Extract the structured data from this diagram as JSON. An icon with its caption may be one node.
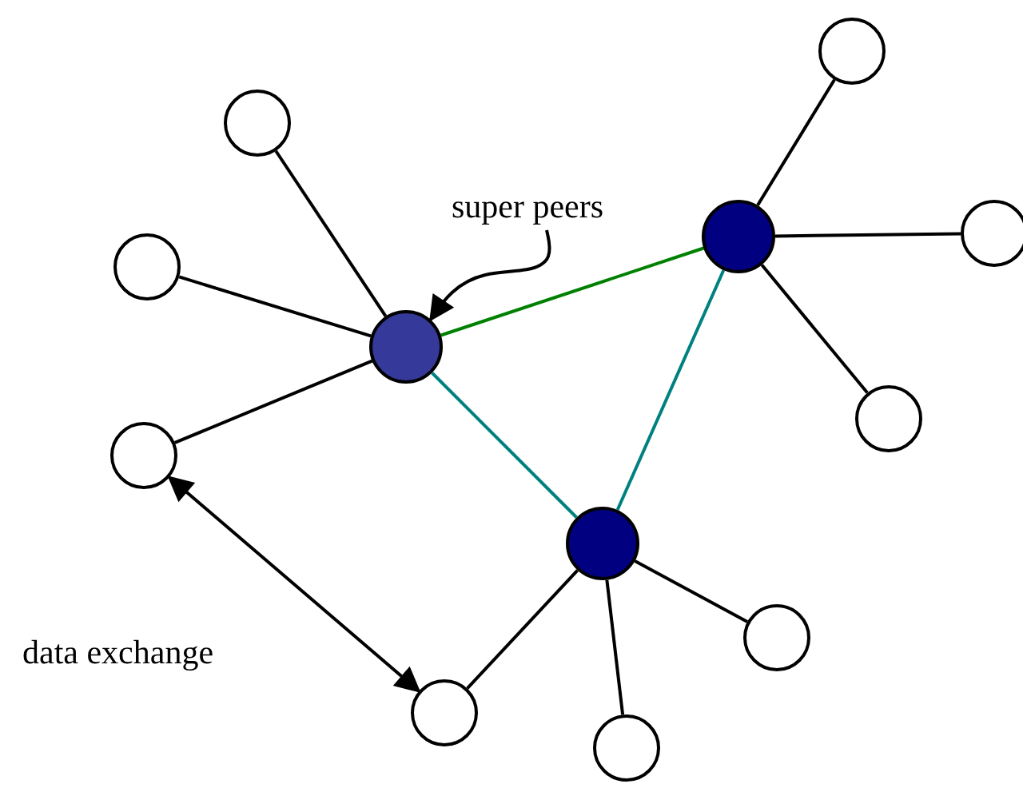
{
  "diagram": {
    "nodes": [
      {
        "text": [
          "super peers"
        ]
      },
      {
        "text": [],
        "shape": "circle"
      },
      {
        "text": [],
        "shape": "circle"
      },
      {
        "text": [],
        "shape": "circle"
      },
      {
        "text": [],
        "shape": "circle"
      },
      {
        "text": [],
        "shape": "circle"
      },
      {
        "text": [],
        "shape": "circle"
      },
      {
        "text": [],
        "shape": "circle"
      },
      {
        "text": [],
        "shape": "circle"
      },
      {
        "text": [],
        "shape": "circle"
      },
      {
        "text": [],
        "shape": "circle"
      },
      {
        "text": [],
        "shape": "circle"
      },
      {
        "text": [],
        "shape": "circle"
      }
    ],
    "edges": [
      {
        "from": 0,
        "to": 6,
        "arrow": "to"
      },
      {
        "from": 6,
        "to": 3,
        "arrow": "none",
        "color": "#008000"
      },
      {
        "from": 6,
        "to": 9,
        "arrow": "none",
        "color": "#008080"
      },
      {
        "from": 3,
        "to": 9,
        "arrow": "none",
        "color": "#008080"
      },
      {
        "from": 6,
        "to": 2,
        "arrow": "none"
      },
      {
        "from": 6,
        "to": 5,
        "arrow": "none"
      },
      {
        "from": 6,
        "to": 8,
        "arrow": "none"
      },
      {
        "from": 3,
        "to": 1,
        "arrow": "none"
      },
      {
        "from": 3,
        "to": 4,
        "arrow": "none"
      },
      {
        "from": 3,
        "to": 7,
        "arrow": "none"
      },
      {
        "from": 9,
        "to": 10,
        "arrow": "none"
      },
      {
        "from": 9,
        "to": 11,
        "arrow": "none"
      },
      {
        "from": 9,
        "to": 12,
        "arrow": "none"
      },
      {
        "from": 8,
        "to": 11,
        "arrow": "both"
      }
    ],
    "labels": [
      "data exchange"
    ]
  }
}
